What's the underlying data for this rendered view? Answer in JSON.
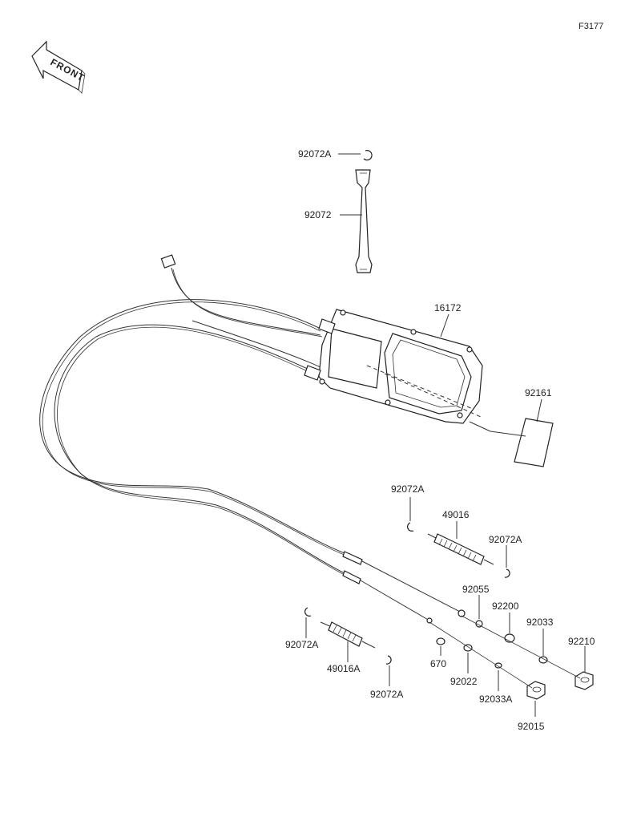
{
  "figure_id": "F3177",
  "front_label": "FRONT",
  "labels": {
    "p92072A_top": "92072A",
    "p92072": "92072",
    "p16172": "16172",
    "p92161": "92161",
    "p92072A_mid": "92072A",
    "p49016": "49016",
    "p92072A_right": "92072A",
    "p92055": "92055",
    "p92200": "92200",
    "p92033": "92033",
    "p92210": "92210",
    "p92072A_left": "92072A",
    "p49016A": "49016A",
    "p92072A_bottom": "92072A",
    "p670": "670",
    "p92022": "92022",
    "p92033A": "92033A",
    "p92015": "92015"
  }
}
